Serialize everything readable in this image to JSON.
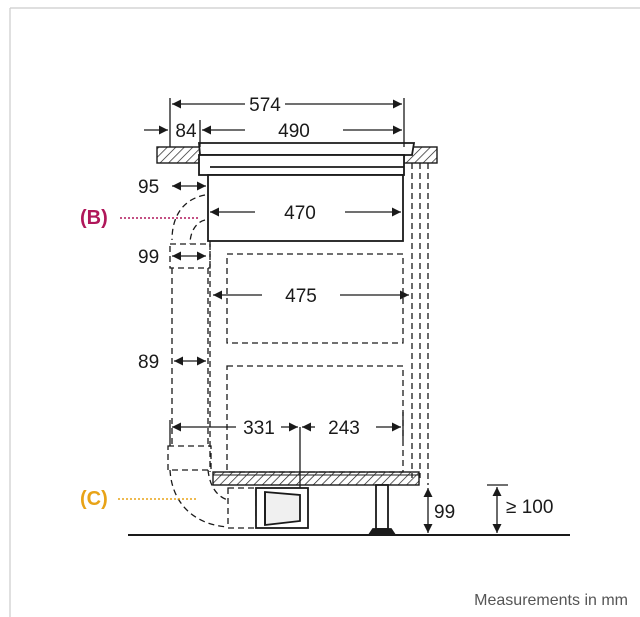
{
  "dimensions": {
    "total_width": "574",
    "left_offset": "84",
    "cutout_width": "490",
    "drawer_width": "470",
    "cabinet_width": "475",
    "gap_top": "95",
    "gap_mid": "99",
    "gap_lower": "89",
    "duct_left": "331",
    "duct_right": "243",
    "floor_gap": "99",
    "min_floor_gap": "≥ 100"
  },
  "callouts": {
    "b": "(B)",
    "c": "(C)"
  },
  "caption": "Measurements in mm",
  "colors": {
    "callout_b": "#b0175a",
    "callout_c": "#e8a317",
    "line": "#1a1a1a",
    "border": "#cccccc"
  }
}
